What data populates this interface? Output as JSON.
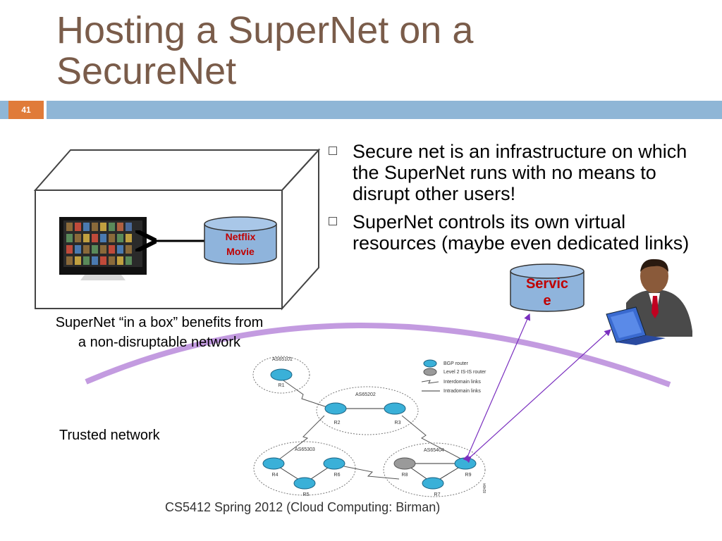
{
  "title": {
    "line1": "Hosting a SuperNet on a",
    "line2": "SecureNet"
  },
  "slide_number": "41",
  "bullets": [
    "Secure net is an infrastructure on which the SuperNet runs with no means to disrupt other users!",
    "SuperNet controls its own virtual resources (maybe even dedicated links)"
  ],
  "box_caption": {
    "line1": "SuperNet “in a box” benefits from",
    "line2": "a non-disruptable network"
  },
  "netflix": {
    "line1": "Netflix",
    "line2": "Movie"
  },
  "service": {
    "line1": "Servic",
    "line2": "e"
  },
  "trusted_label": "Trusted network",
  "footer": "CS5412 Spring 2012 (Cloud Computing: Birman)",
  "network": {
    "as_labels": [
      "AS65101",
      "AS65202",
      "AS65303",
      "AS65404"
    ],
    "routers": [
      "R1",
      "R2",
      "R3",
      "R4",
      "R5",
      "R6",
      "R7",
      "R8",
      "R9"
    ],
    "legend": [
      "BGP router",
      "Level 2 IS-IS router",
      "Interdomain links",
      "Intradomain links"
    ],
    "figure_id": "82484"
  },
  "colors": {
    "title": "#7a5c4a",
    "accent_bar": "#8fb6d6",
    "slide_num_bg": "#e07b39",
    "cylinder": "#8fb4dc",
    "curve": "#c39be0",
    "router": "#3ab0d8",
    "arrow": "#7a2fbf"
  }
}
